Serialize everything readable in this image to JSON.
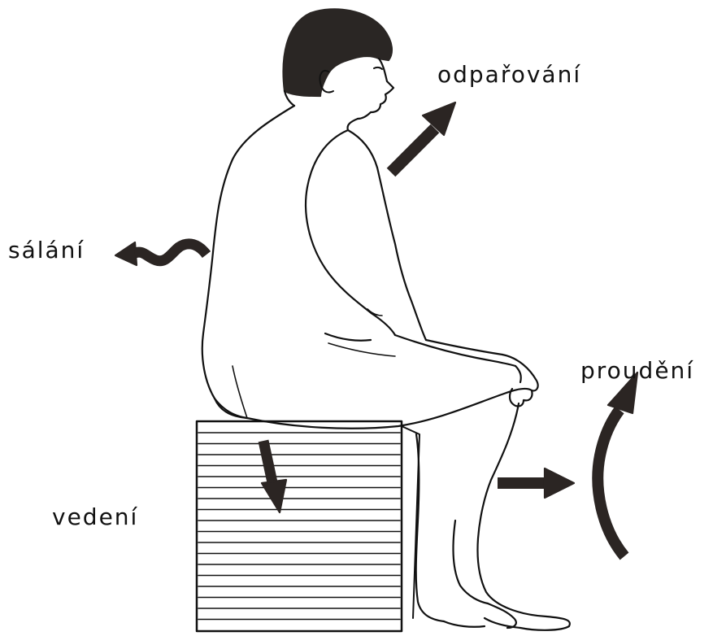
{
  "labels": {
    "evaporation": "odpařování",
    "radiation": "sálání",
    "convection": "proudění",
    "conduction": "vedení"
  },
  "colors": {
    "ink": "#111111",
    "arrow": "#2b2523",
    "hair": "#1a1a1a",
    "paper": "#ffffff"
  }
}
